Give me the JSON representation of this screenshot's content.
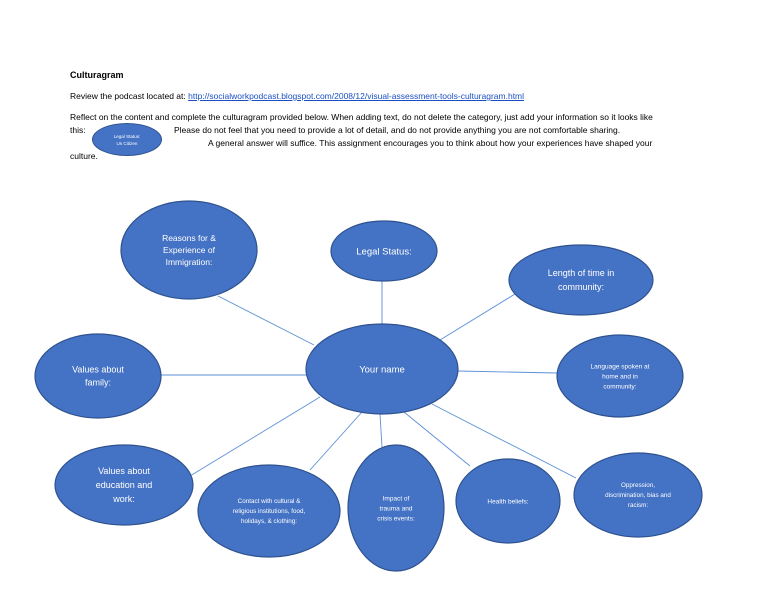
{
  "header": {
    "title": "Culturagram",
    "review_prefix": "Review the podcast located at: ",
    "podcast_link": "http://socialworkpodcast.blogspot.com/2008/12/visual-assessment-tools-culturagram.html"
  },
  "instructions": {
    "line1": "Reflect on the content and complete the culturagram provided below. When adding text, do not delete the category, just add your information so it looks like",
    "line2_prefix": "this:",
    "line2_suffix": "Please do not feel that you need to provide a lot of detail, and do not provide anything you are not comfortable sharing.",
    "line3": "A general answer will suffice. This assignment encourages you to think about how your experiences have shaped your",
    "line4": "culture.",
    "example_oval": {
      "line1": "Legal Status:",
      "line2": "Us Citizen"
    }
  },
  "diagram": {
    "colors": {
      "fill": "#4472c4",
      "stroke": "#2f528f",
      "line": "#5b8fd6",
      "text": "#ffffff"
    },
    "center": {
      "label": "Your name"
    },
    "nodes": [
      {
        "id": "immigration",
        "lines": [
          "Reasons for &",
          "Experience of",
          "Immigration:"
        ]
      },
      {
        "id": "legal-status",
        "lines": [
          "Legal Status:"
        ]
      },
      {
        "id": "length-of-time",
        "lines": [
          "Length of time in",
          "community:"
        ]
      },
      {
        "id": "language",
        "lines": [
          "Language spoken at",
          "home and in",
          "community:"
        ]
      },
      {
        "id": "values-family",
        "lines": [
          "Values about",
          "family:"
        ]
      },
      {
        "id": "values-education",
        "lines": [
          "Values about",
          "education and",
          "work:"
        ]
      },
      {
        "id": "contact-institutions",
        "lines": [
          "Contact with cultural &",
          "religious institutions, food,",
          "holidays, & clothing:"
        ]
      },
      {
        "id": "trauma",
        "lines": [
          "Impact of",
          "trauma and",
          "crisis events:"
        ]
      },
      {
        "id": "health",
        "lines": [
          "Health beliefs:"
        ]
      },
      {
        "id": "oppression",
        "lines": [
          "Oppression,",
          "discrimination, bias and",
          "racism:"
        ]
      }
    ]
  }
}
